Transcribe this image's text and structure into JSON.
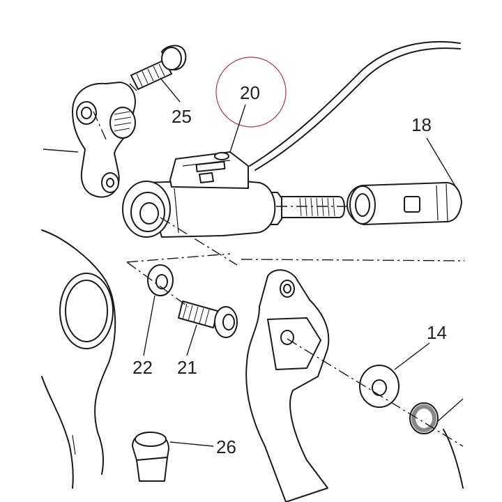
{
  "diagram": {
    "callouts": [
      "25",
      "20",
      "18",
      "22",
      "21",
      "14",
      "26"
    ],
    "highlight": {
      "label": "20",
      "color": "#b03a4a"
    },
    "colors": {
      "ink": "#1a1a1a",
      "background": "#ffffff",
      "gasket": "#888888"
    }
  }
}
